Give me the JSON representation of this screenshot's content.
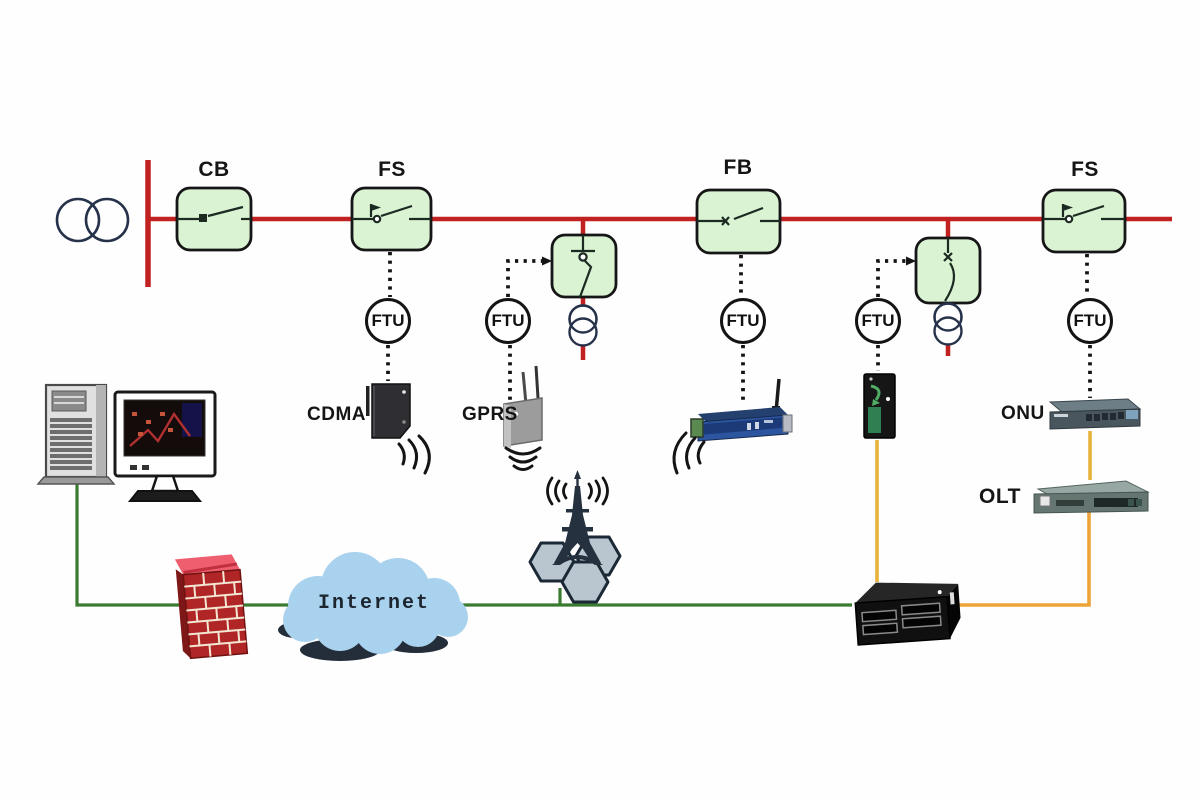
{
  "diagram": {
    "feeder": {
      "switches": [
        {
          "id": "cb",
          "label": "CB"
        },
        {
          "id": "fs1",
          "label": "FS"
        },
        {
          "id": "fb",
          "label": "FB"
        },
        {
          "id": "fs2",
          "label": "FS"
        }
      ],
      "unlabeled_branch_switches": 2
    },
    "ftu_label": "FTU",
    "comm_devices": {
      "cdma_label": "CDMA",
      "gprs_label": "GPRS",
      "onu_label": "ONU",
      "olt_label": "OLT"
    },
    "cloud_label": "Internet",
    "icons": {
      "source": "transformer-icon",
      "switch_boxes": "switch-symbol-icon",
      "branch": "distribution-transformer-icon",
      "wireless": [
        "cdma-modem-icon",
        "gprs-modem-icon",
        "wireless-router-icon",
        "cell-tower-icon"
      ],
      "fiber": [
        "fiber-transceiver-icon",
        "onu-switch-icon",
        "olt-rack-icon"
      ],
      "backend": [
        "server-tower-icon",
        "scada-monitor-icon",
        "firewall-brick-icon",
        "internet-cloud-icon",
        "comm-gateway-icon"
      ]
    },
    "colors": {
      "feeder_red": "#c22121",
      "switch_box_green": "#d9f3d3",
      "ethernet_green": "#3b7b31",
      "fiber_yellow": "#e7b23c",
      "fiber_orange": "#eca337",
      "cloud_blue": "#a9d2ee",
      "firewall_brick_red": "#b02525"
    }
  }
}
